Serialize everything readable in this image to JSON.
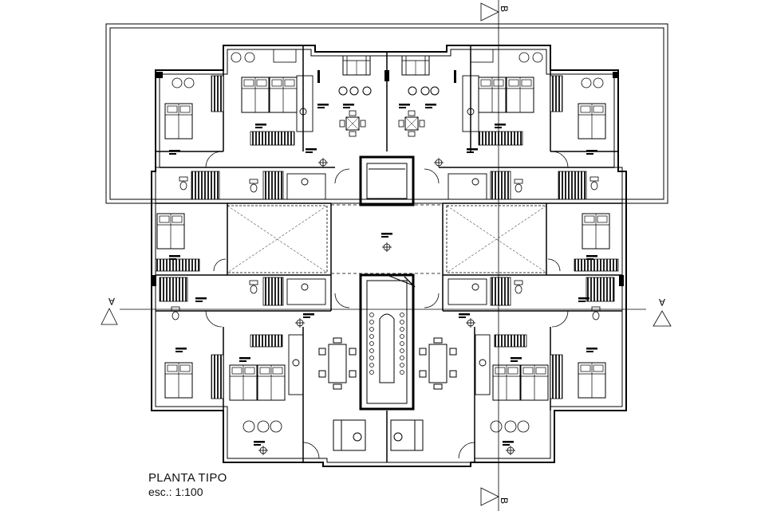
{
  "drawing": {
    "title": "PLANTA TIPO",
    "scale": "esc.: 1:100"
  },
  "section_markers": {
    "vertical": "B",
    "horizontal": "A"
  },
  "colors": {
    "line": "#000000",
    "background": "#ffffff",
    "hatch": "#222222"
  }
}
